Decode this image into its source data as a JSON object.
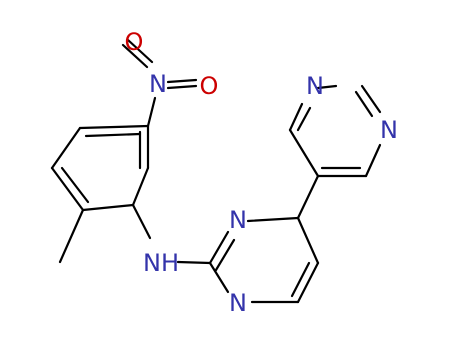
{
  "molecule": {
    "colors": {
      "bond": "#000000",
      "nitrogen": "#3333aa",
      "oxygen": "#cc0000"
    },
    "labels": {
      "nitro_oxygen_top": "O",
      "nitro_nitrogen": "N",
      "nitro_oxygen_right": "O",
      "amine": "NH",
      "pyrimidine_upper_n1": "N",
      "pyrimidine_upper_n3": "N",
      "pyrimidine_lower_n1": "N",
      "pyrimidine_lower_n3": "N"
    }
  }
}
